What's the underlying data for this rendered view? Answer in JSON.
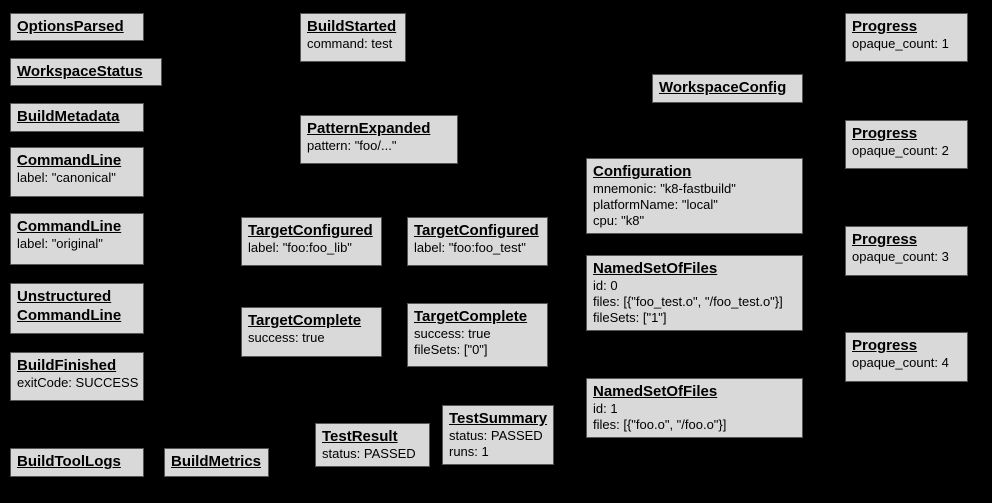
{
  "palette": {
    "background": "#000000",
    "box_fill": "#d9d9d9",
    "box_border": "#555555",
    "text": "#000000"
  },
  "boxes": {
    "options_parsed": {
      "title": "OptionsParsed"
    },
    "workspace_status": {
      "title": "WorkspaceStatus"
    },
    "build_metadata": {
      "title": "BuildMetadata"
    },
    "command_line_canonical": {
      "title": "CommandLine",
      "lines": [
        "label: \"canonical\""
      ]
    },
    "command_line_original": {
      "title": "CommandLine",
      "lines": [
        "label: \"original\""
      ]
    },
    "unstructured_command_line": {
      "title_lines": [
        "Unstructured",
        "CommandLine"
      ]
    },
    "build_finished": {
      "title": "BuildFinished",
      "lines": [
        "exitCode: SUCCESS"
      ]
    },
    "build_tool_logs": {
      "title": "BuildToolLogs"
    },
    "build_metrics": {
      "title": "BuildMetrics"
    },
    "build_started": {
      "title": "BuildStarted",
      "lines": [
        "command: test"
      ]
    },
    "pattern_expanded": {
      "title": "PatternExpanded",
      "lines": [
        "pattern: \"foo/...\""
      ]
    },
    "target_configured_lib": {
      "title": "TargetConfigured",
      "lines": [
        "label: \"foo:foo_lib\""
      ]
    },
    "target_configured_test": {
      "title": "TargetConfigured",
      "lines": [
        "label: \"foo:foo_test\""
      ]
    },
    "target_complete_lib": {
      "title": "TargetComplete",
      "lines": [
        "success: true"
      ]
    },
    "target_complete_test": {
      "title": "TargetComplete",
      "lines": [
        "success: true",
        "fileSets: [\"0\"]"
      ]
    },
    "test_result": {
      "title": "TestResult",
      "lines": [
        "status: PASSED"
      ]
    },
    "test_summary": {
      "title": "TestSummary",
      "lines": [
        "status: PASSED",
        "runs: 1"
      ]
    },
    "workspace_config": {
      "title": "WorkspaceConfig"
    },
    "configuration": {
      "title": "Configuration",
      "lines": [
        "mnemonic: \"k8-fastbuild\"",
        "platformName: \"local\"",
        "cpu: \"k8\""
      ]
    },
    "named_set_of_files_0": {
      "title": "NamedSetOfFiles",
      "lines": [
        "id: 0",
        "files: [{\"foo_test.o\", \"/foo_test.o\"}]",
        "fileSets: [\"1\"]"
      ]
    },
    "named_set_of_files_1": {
      "title": "NamedSetOfFiles",
      "lines": [
        "id: 1",
        "files: [{\"foo.o\", \"/foo.o\"}]"
      ]
    },
    "progress_1": {
      "title": "Progress",
      "lines": [
        "opaque_count: 1"
      ]
    },
    "progress_2": {
      "title": "Progress",
      "lines": [
        "opaque_count: 2"
      ]
    },
    "progress_3": {
      "title": "Progress",
      "lines": [
        "opaque_count: 3"
      ]
    },
    "progress_4": {
      "title": "Progress",
      "lines": [
        "opaque_count: 4"
      ]
    }
  }
}
